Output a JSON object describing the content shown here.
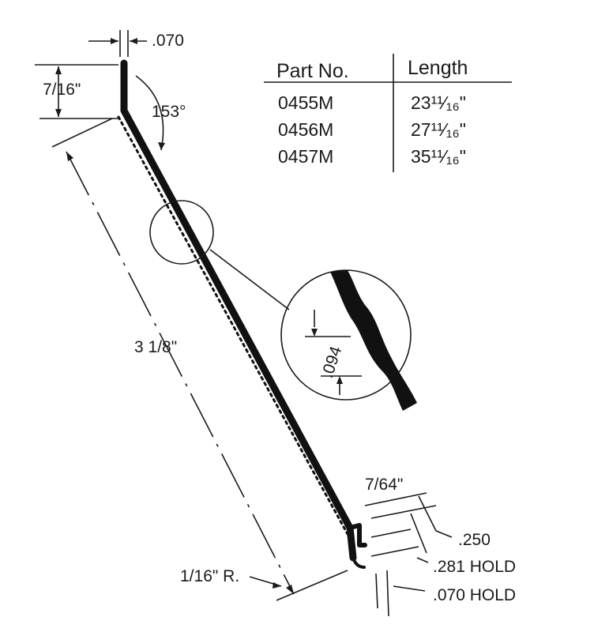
{
  "part_table": {
    "headers": [
      "Part No.",
      "Length"
    ],
    "rows": [
      [
        "0455M",
        "23¹¹⁄₁₆\""
      ],
      [
        "0456M",
        "27¹¹⁄₁₆\""
      ],
      [
        "0457M",
        "35¹¹⁄₁₆\""
      ]
    ]
  },
  "dimensions": {
    "top_thickness": ".070",
    "flange_height": "7/16\"",
    "bend_angle": "153°",
    "body_length": "3 1/8\"",
    "detail_thickness": ".094",
    "tip_offset": "7/64\"",
    "slot_width": ".250",
    "hold_281": ".281 HOLD",
    "hold_070": ".070 HOLD",
    "bottom_radius": "1/16\" R."
  }
}
